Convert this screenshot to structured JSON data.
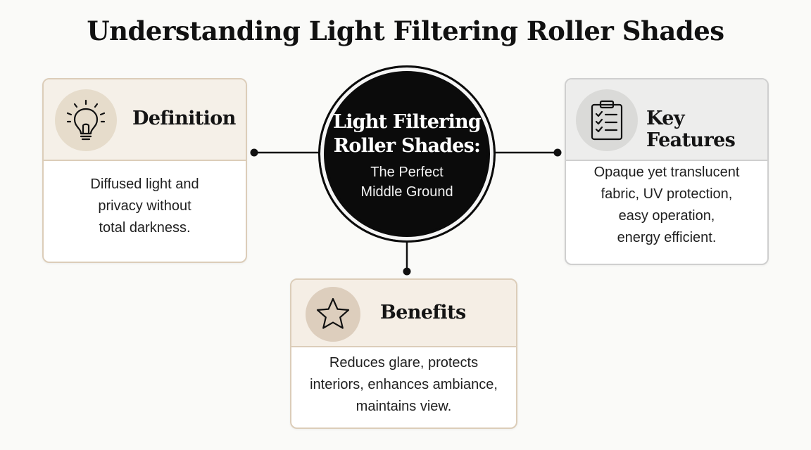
{
  "title": "Understanding Light Filtering Roller Shades",
  "hub": {
    "title": "Light Filtering\nRoller Shades:",
    "subtitle": "The Perfect\nMiddle Ground"
  },
  "cards": {
    "definition": {
      "title": "Definition",
      "icon": "lightbulb-icon",
      "text": "Diffused light and\nprivacy without\ntotal darkness."
    },
    "features": {
      "title": "Key Features",
      "icon": "clipboard-checklist-icon",
      "text": "Opaque yet translucent\nfabric, UV protection,\neasy operation,\nenergy efficient."
    },
    "benefits": {
      "title": "Benefits",
      "icon": "star-icon",
      "text": "Reduces glare, protects\ninteriors, enhances ambiance,\nmaintains view."
    }
  },
  "colors": {
    "hub": "#0b0b0b",
    "beige_header": "#f5f0e8",
    "beige_border": "#dccdb9",
    "gray_header": "#ededec",
    "gray_border": "#cfcfcf"
  }
}
